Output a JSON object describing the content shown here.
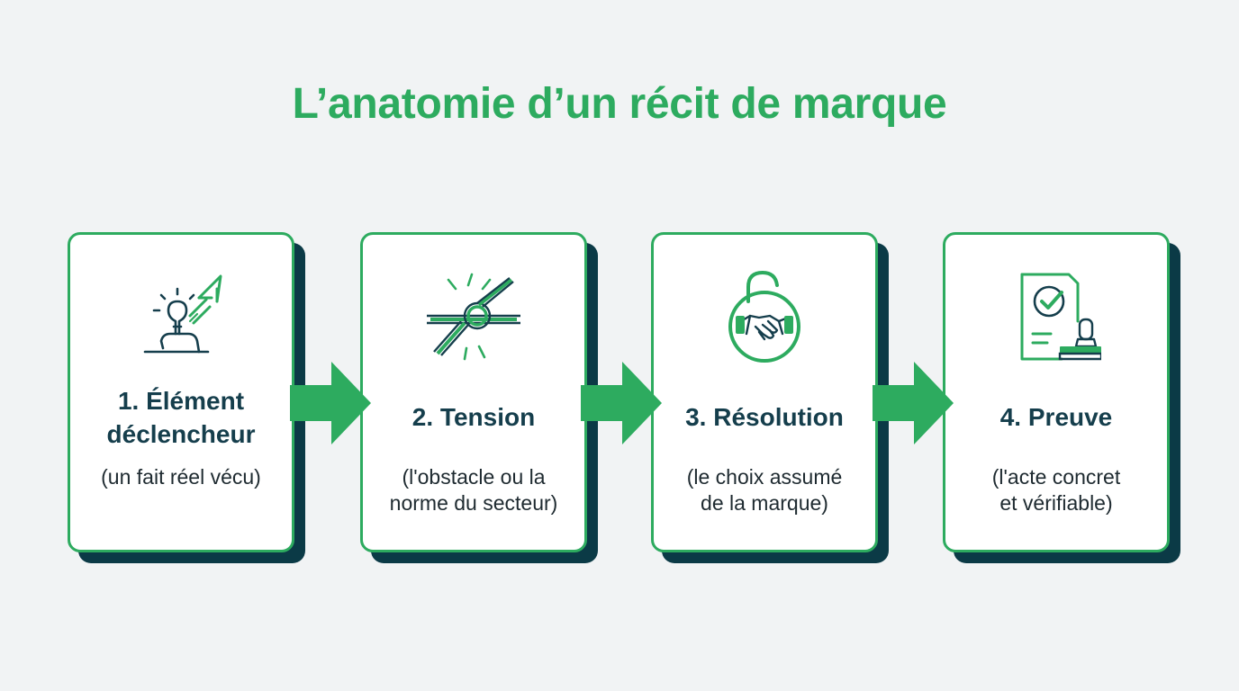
{
  "title": "L’anatomie d’un récit de marque",
  "colors": {
    "accent_green": "#2dab5f",
    "navy": "#153e4c",
    "shadow": "#0b3a46",
    "background": "#f1f3f4"
  },
  "steps": [
    {
      "title_lines": [
        "1. Élément",
        "déclencheur"
      ],
      "desc_lines": [
        "(un fait réel vécu)"
      ],
      "icon": "lightbulb-rising-arrow-icon"
    },
    {
      "title_lines": [
        "2. Tension"
      ],
      "desc_lines": [
        "(l'obstacle ou la",
        "norme du secteur)"
      ],
      "icon": "rope-knot-icon"
    },
    {
      "title_lines": [
        "3. Résolution"
      ],
      "desc_lines": [
        "(le choix assumé",
        "de la marque)"
      ],
      "icon": "unlocked-padlock-handshake-icon"
    },
    {
      "title_lines": [
        "4. Preuve"
      ],
      "desc_lines": [
        "(l'acte concret",
        "et vérifiable)"
      ],
      "icon": "document-check-stamp-icon"
    }
  ],
  "arrows": [
    "right-arrow-icon",
    "right-arrow-icon",
    "right-arrow-icon"
  ]
}
